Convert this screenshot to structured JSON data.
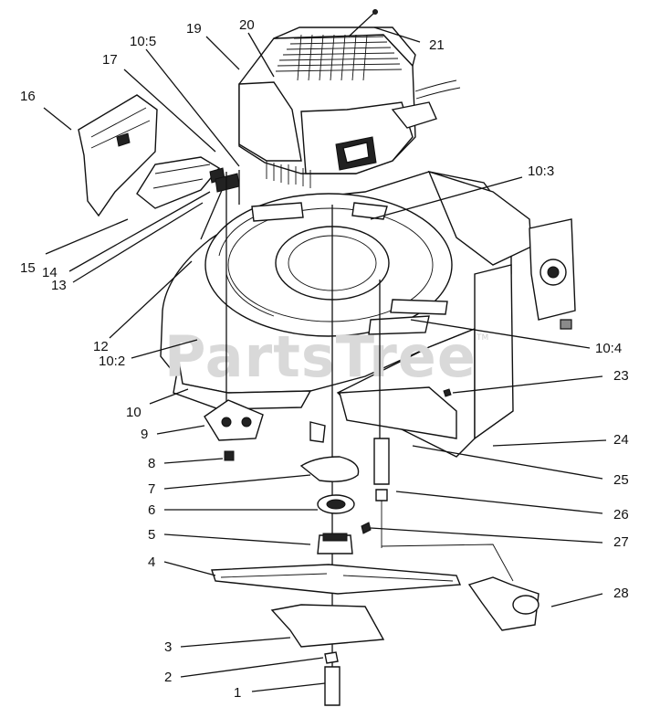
{
  "watermark": {
    "text": "PartsTree",
    "mark": "TM"
  },
  "callouts": [
    {
      "id": "c1",
      "label": "1"
    },
    {
      "id": "c2",
      "label": "2"
    },
    {
      "id": "c3",
      "label": "3"
    },
    {
      "id": "c4",
      "label": "4"
    },
    {
      "id": "c5",
      "label": "5"
    },
    {
      "id": "c6",
      "label": "6"
    },
    {
      "id": "c7",
      "label": "7"
    },
    {
      "id": "c8",
      "label": "8"
    },
    {
      "id": "c9",
      "label": "9"
    },
    {
      "id": "c10",
      "label": "10"
    },
    {
      "id": "c10_2",
      "label": "10:2"
    },
    {
      "id": "c12",
      "label": "12"
    },
    {
      "id": "c13",
      "label": "13"
    },
    {
      "id": "c14",
      "label": "14"
    },
    {
      "id": "c15",
      "label": "15"
    },
    {
      "id": "c16",
      "label": "16"
    },
    {
      "id": "c17",
      "label": "17"
    },
    {
      "id": "c10_5",
      "label": "10:5"
    },
    {
      "id": "c19",
      "label": "19"
    },
    {
      "id": "c20",
      "label": "20"
    },
    {
      "id": "c21",
      "label": "21"
    },
    {
      "id": "c10_3",
      "label": "10:3"
    },
    {
      "id": "c10_4",
      "label": "10:4"
    },
    {
      "id": "c23",
      "label": "23"
    },
    {
      "id": "c24",
      "label": "24"
    },
    {
      "id": "c25",
      "label": "25"
    },
    {
      "id": "c26",
      "label": "26"
    },
    {
      "id": "c27",
      "label": "27"
    },
    {
      "id": "c28",
      "label": "28"
    }
  ]
}
